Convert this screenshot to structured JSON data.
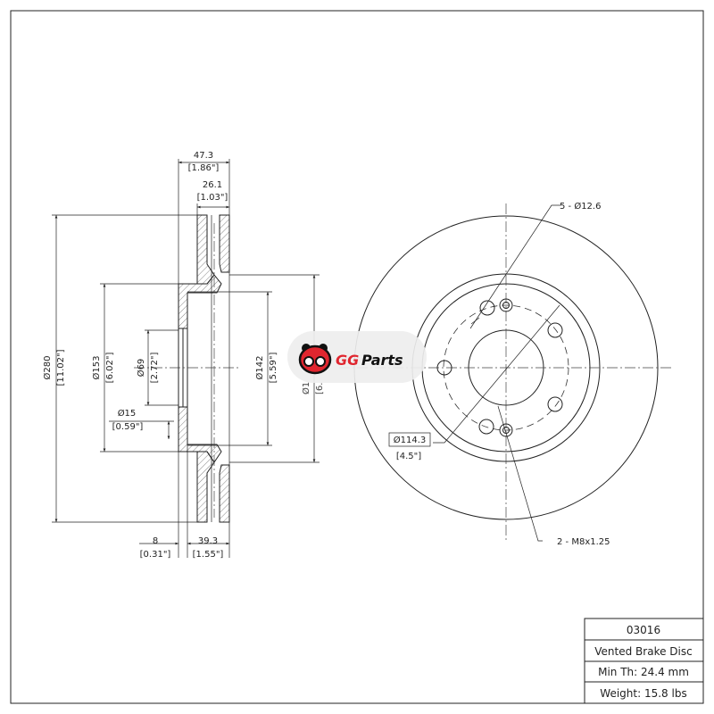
{
  "side_view": {
    "overall_width": "47.3",
    "overall_width_in": "[1.86\"]",
    "disc_thickness": "26.1",
    "disc_thickness_in": "[1.03\"]",
    "outer_diameter": "Ø280",
    "outer_diameter_in": "[11.02\"]",
    "hat_diameter": "Ø153",
    "hat_diameter_in": "[6.02\"]",
    "center_bore": "Ø69",
    "center_bore_in": "[2.72\"]",
    "hole_diameter": "Ø15",
    "hole_diameter_in": "[0.59\"]",
    "inner_diameter": "Ø142",
    "inner_diameter_in": "[5.59\"]",
    "hidden_diameter": "Ø1",
    "hidden_diameter_in": "[6.",
    "hat_thickness": "8",
    "hat_thickness_in": "[0.31\"]",
    "hat_height": "39.3",
    "hat_height_in": "[1.55\"]"
  },
  "front_view": {
    "bolt_holes": "5 - Ø12.6",
    "bolt_circle": "Ø114.3",
    "bolt_circle_in": "[4.5\"]",
    "threaded_holes": "2 - M8x1.25"
  },
  "logo": {
    "text_gg": "GG",
    "text_parts": "Parts",
    "color": "#e0262f"
  },
  "title_block": {
    "part_number": "03016",
    "description": "Vented Brake Disc",
    "min_thickness": "Min Th: 24.4 mm",
    "weight": "Weight: 15.8 lbs"
  }
}
